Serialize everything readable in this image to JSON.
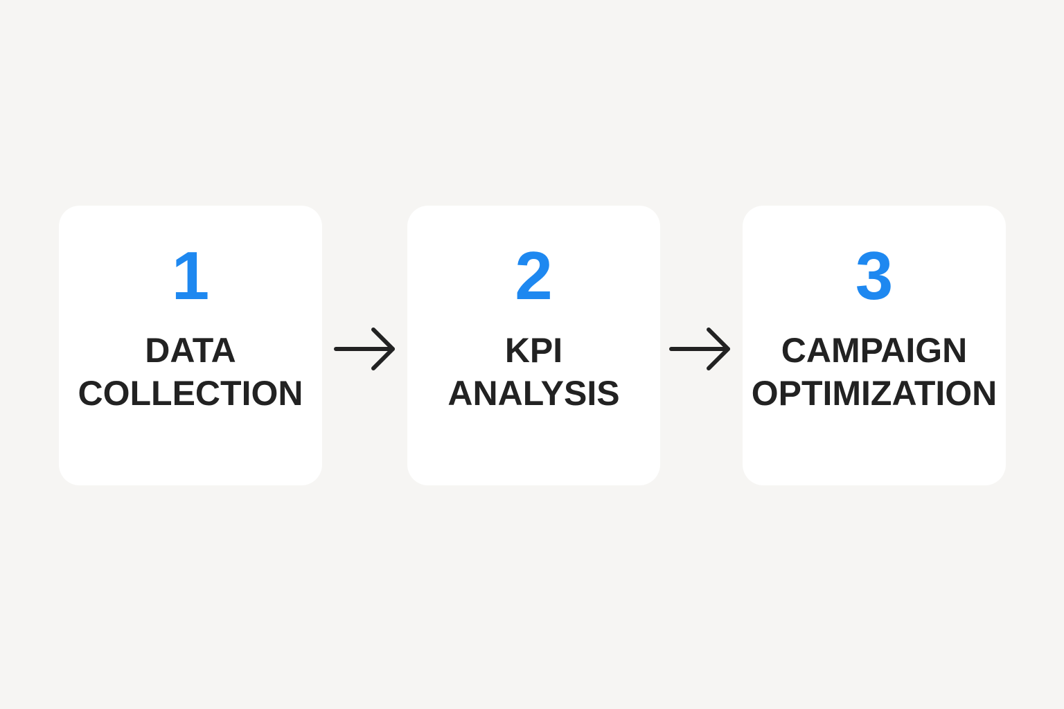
{
  "colors": {
    "background": "#f6f5f3",
    "card": "#ffffff",
    "number": "#1e88f0",
    "label": "#222222",
    "arrow": "#222222"
  },
  "steps": [
    {
      "number": "1",
      "label_line1": "DATA",
      "label_line2": "COLLECTION"
    },
    {
      "number": "2",
      "label_line1": "KPI",
      "label_line2": "ANALYSIS"
    },
    {
      "number": "3",
      "label_line1": "CAMPAIGN",
      "label_line2": "OPTIMIZATION"
    }
  ],
  "connectors": [
    {
      "icon": "arrow-right-icon"
    },
    {
      "icon": "arrow-right-icon"
    }
  ]
}
